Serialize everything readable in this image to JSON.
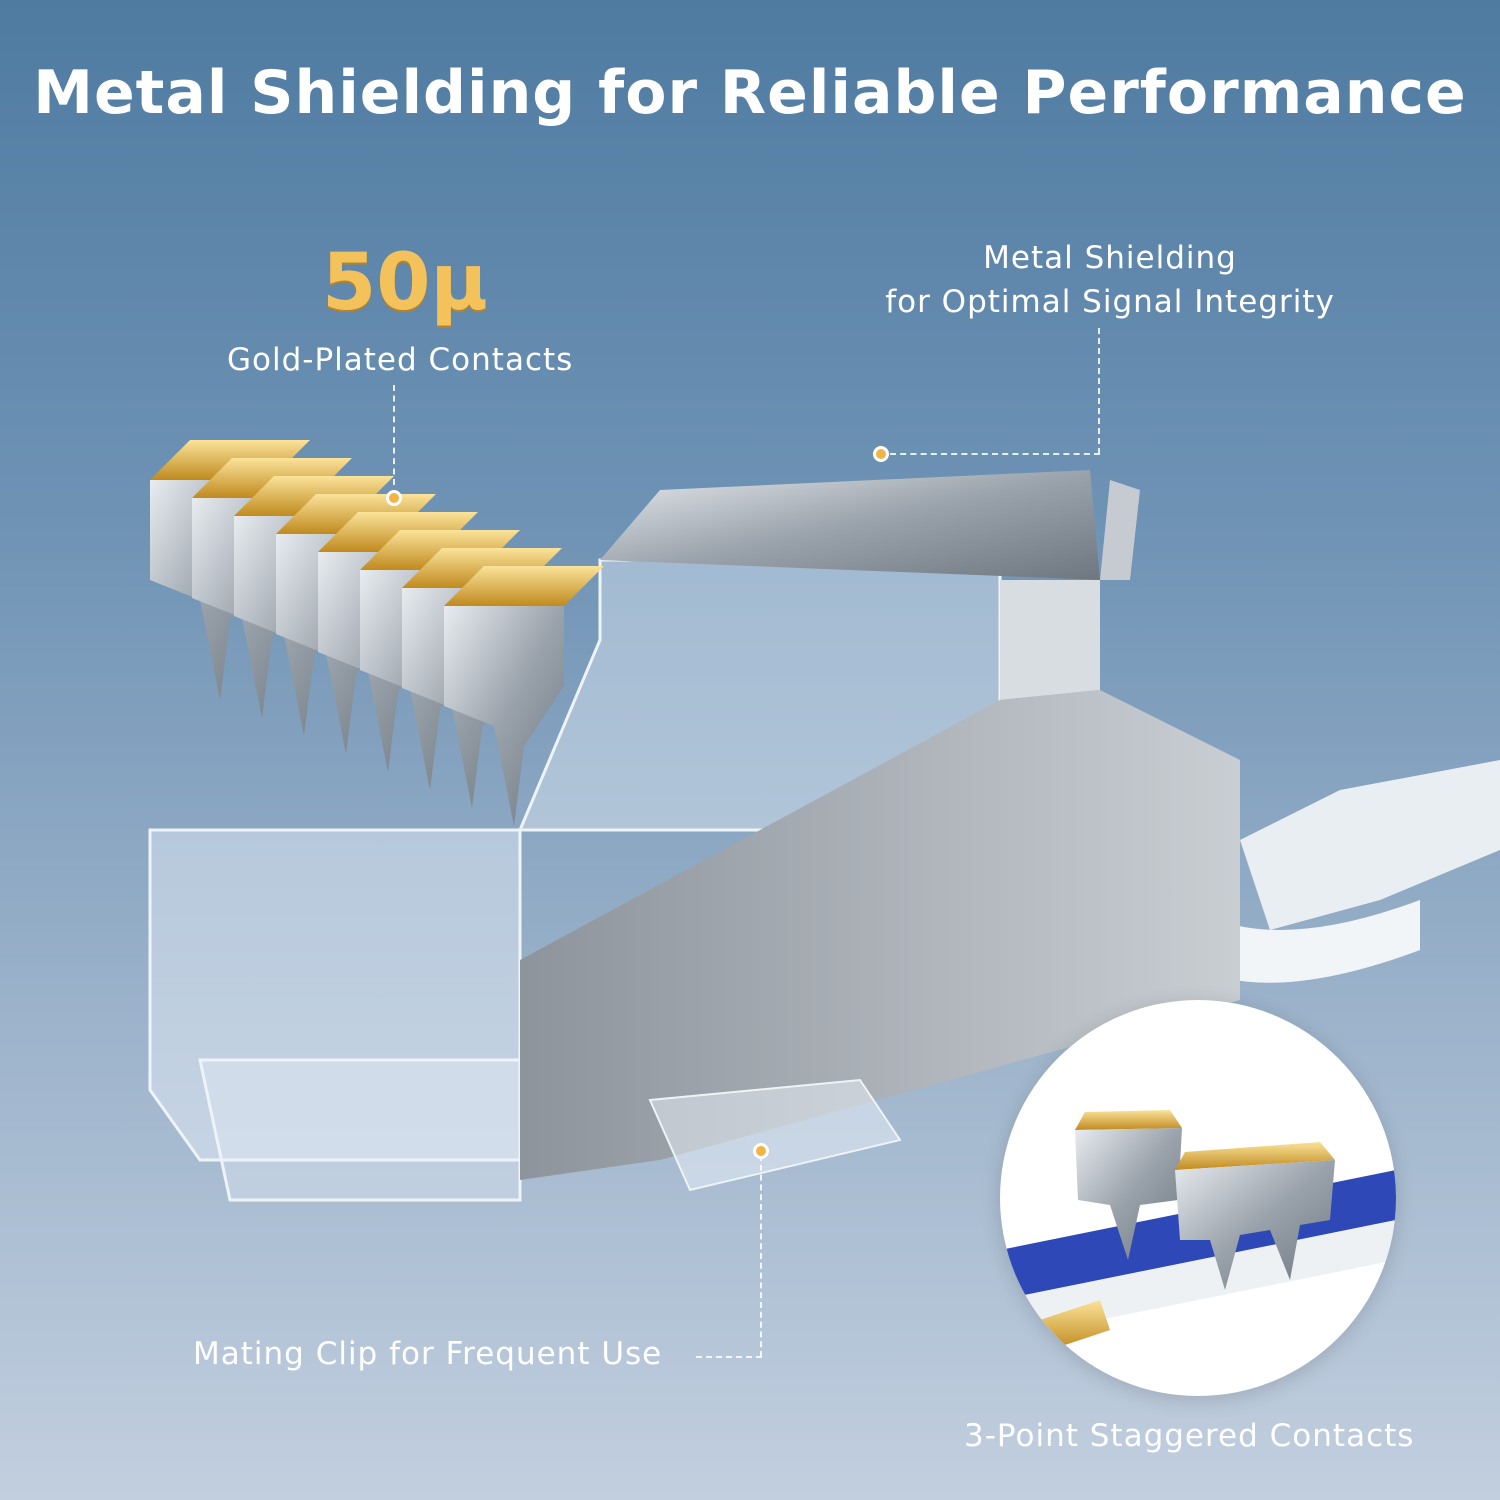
{
  "title": "Metal Shielding for Reliable Performance",
  "callouts": {
    "gold": {
      "value": "50μ",
      "label": "Gold-Plated Contacts"
    },
    "shielding": {
      "line1": "Metal Shielding",
      "line2": "for Optimal Signal Integrity"
    },
    "clip": {
      "label": "Mating Clip for Frequent Use"
    },
    "staggered": {
      "label": "3-Point Staggered Contacts"
    }
  },
  "colors": {
    "gold": "#f3c25a",
    "accent_dot": "#f0b545",
    "bg_top": "#4f7ba1",
    "bg_bottom": "#c2cfdf"
  }
}
